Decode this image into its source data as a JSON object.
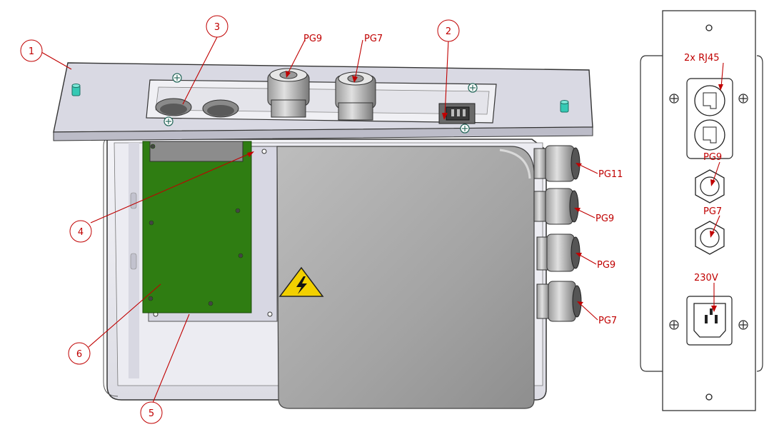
{
  "callouts": {
    "n1": "1",
    "n2": "2",
    "n3": "3",
    "n4": "4",
    "n5": "5",
    "n6": "6"
  },
  "top_labels": {
    "pg9": "PG9",
    "pg7": "PG7"
  },
  "side_labels": {
    "pg11": "PG11",
    "pg9_a": "PG9",
    "pg9_b": "PG9",
    "pg7": "PG7"
  },
  "panel_labels": {
    "rj45": "2x RJ45",
    "pg9": "PG9",
    "pg7": "PG7",
    "power": "230V"
  },
  "colors": {
    "callout": "#c00000",
    "pcb": "#2f7d12",
    "cover": "#a5a5a5",
    "warning": "#f2d000"
  },
  "icons": [
    "warning-high-voltage-icon",
    "mounting-screw-icon",
    "cable-gland-icon",
    "rj45-port-icon",
    "iec-power-inlet-icon"
  ]
}
